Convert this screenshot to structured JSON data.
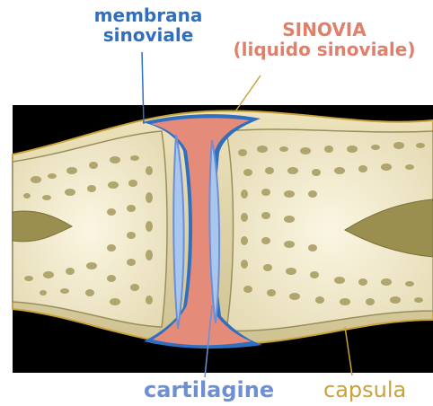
{
  "labels": {
    "membrana_line1": "membrana",
    "membrana_line2": "sinoviale",
    "sinovia_line1": "SINOVIA",
    "sinovia_line2": "(liquido sinoviale)",
    "cartilagine": "cartilagine",
    "capsula": "capsula"
  },
  "colors": {
    "membrana": "#2f6fc0",
    "sinovia": "#e0806a",
    "cartilagine": "#6d8fd4",
    "capsula": "#c9a23a",
    "background": "#000000",
    "bone": "#f1ead0",
    "bone_shadow": "#8a8052",
    "marrow": "#a59a5e",
    "synovial_fluid": "#e58b7a",
    "cartilage_fill": "#a9c7ee"
  }
}
